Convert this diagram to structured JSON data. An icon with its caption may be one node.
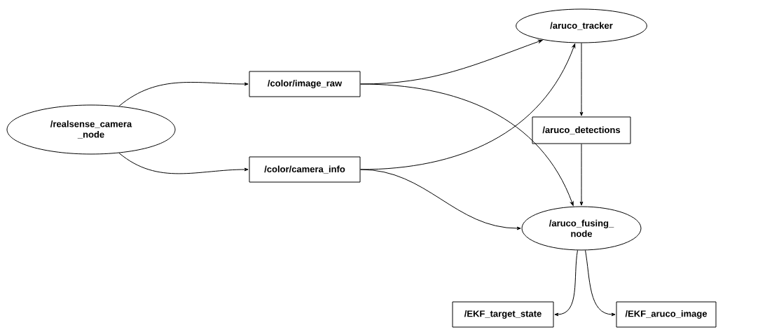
{
  "diagram": {
    "nodes": [
      {
        "text": [
          "/realsense_camera _node"
        ]
      },
      {
        "text": [
          "/color/image_raw"
        ]
      },
      {
        "text": [
          "/color/camera_info"
        ]
      },
      {
        "text": [
          "/aruco_tracker"
        ]
      },
      {
        "text": [
          "/aruco_detections"
        ]
      },
      {
        "text": [
          "/aruco_fusing_ node"
        ]
      },
      {
        "text": [
          "/EKF_target_state"
        ]
      },
      {
        "text": [
          "/EKF_aruco_image"
        ]
      }
    ],
    "edges": [
      {
        "from": 0,
        "to": 1,
        "arrow": "to"
      },
      {
        "from": 0,
        "to": 2,
        "arrow": "to"
      },
      {
        "from": 1,
        "to": 3,
        "arrow": "to"
      },
      {
        "from": 1,
        "to": 5,
        "arrow": "to"
      },
      {
        "from": 2,
        "to": 3,
        "arrow": "to"
      },
      {
        "from": 2,
        "to": 5,
        "arrow": "to"
      },
      {
        "from": 3,
        "to": 4,
        "arrow": "to"
      },
      {
        "from": 4,
        "to": 5,
        "arrow": "to"
      },
      {
        "from": 5,
        "to": 6,
        "arrow": "to"
      },
      {
        "from": 5,
        "to": 7,
        "arrow": "to"
      }
    ]
  }
}
